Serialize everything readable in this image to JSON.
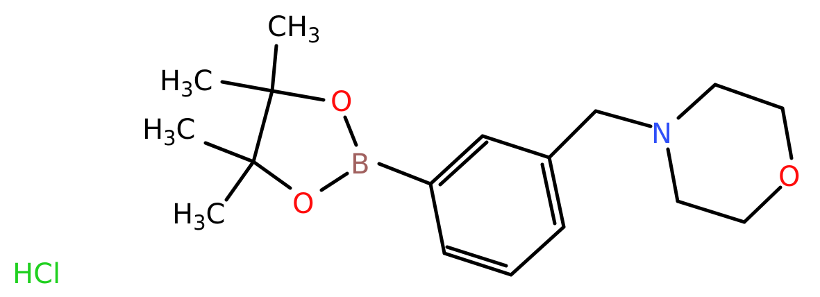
{
  "molecule": {
    "labels": {
      "boron": "B",
      "oxygen_upper": "O",
      "oxygen_lower": "O",
      "nitrogen": "N",
      "oxygen_morpholine": "O",
      "methyl_top": {
        "main": "CH",
        "sub": "3"
      },
      "methyl_upper_left": {
        "main": "H",
        "sub": "3",
        "tail": "C"
      },
      "methyl_mid_left": {
        "main": "H",
        "sub": "3",
        "tail": "C"
      },
      "methyl_lower_left": {
        "main": "H",
        "sub": "3",
        "tail": "C"
      },
      "salt": "HCl"
    },
    "colors": {
      "bond": "#000000",
      "boron": "#A1615F",
      "oxygen": "#FF0D0D",
      "nitrogen": "#3050F8",
      "carbon": "#000000",
      "chlorine": "#1FD01F"
    }
  }
}
